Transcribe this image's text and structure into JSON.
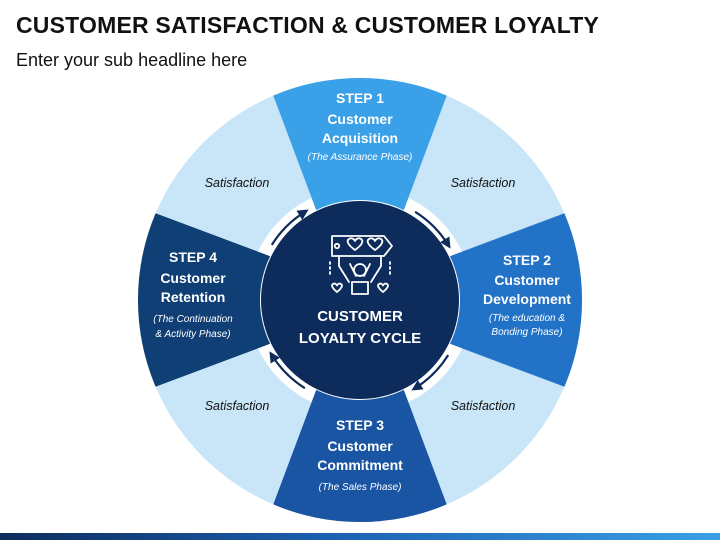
{
  "header": {
    "title": "CUSTOMER SATISFACTION & CUSTOMER LOYALTY",
    "subtitle": "Enter your sub headline here"
  },
  "center": {
    "line1": "CUSTOMER",
    "line2": "LOYALTY CYCLE",
    "icon": "loyalty-heart-hands-icon"
  },
  "steps": [
    {
      "step": "STEP 1",
      "title_lines": [
        "Customer",
        "Acquisition"
      ],
      "phase_lines": [
        "(The Assurance Phase)"
      ],
      "color": "#3aa0e8"
    },
    {
      "step": "STEP 2",
      "title_lines": [
        "Customer",
        "Development"
      ],
      "phase_lines": [
        "(The education &",
        "Bonding Phase)"
      ],
      "color": "#2272c8"
    },
    {
      "step": "STEP 3",
      "title_lines": [
        "Customer",
        "Commitment"
      ],
      "phase_lines": [
        "(The Sales Phase)"
      ],
      "color": "#1a55a3"
    },
    {
      "step": "STEP 4",
      "title_lines": [
        "Customer",
        "Retention"
      ],
      "phase_lines": [
        "(The Continuation",
        "& Activity Phase)"
      ],
      "color": "#103f76"
    }
  ],
  "satisfaction_labels": [
    "Satisfaction",
    "Satisfaction",
    "Satisfaction",
    "Satisfaction"
  ],
  "colors": {
    "ring": "#c9e5f8",
    "center": "#0d2c5c",
    "arrow": "#0d2c5c"
  }
}
